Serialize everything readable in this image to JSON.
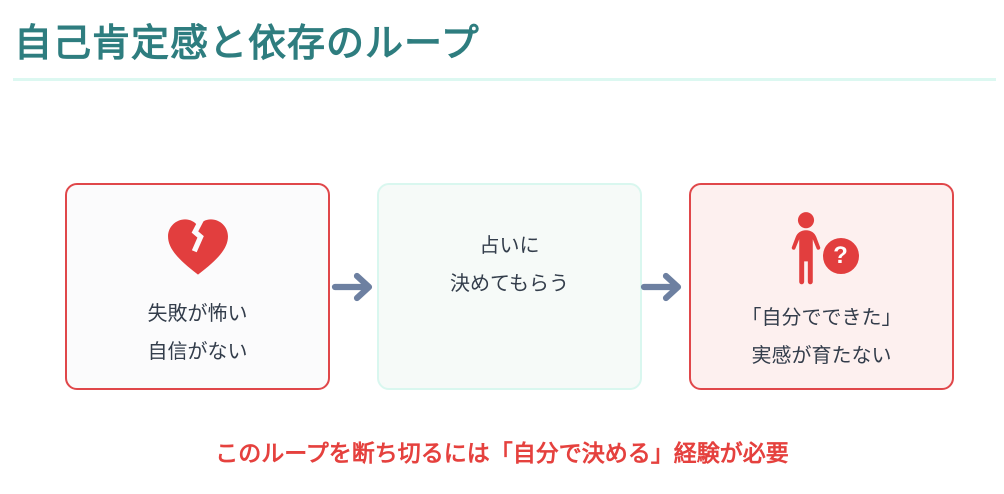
{
  "page": {
    "title": "自己肯定感と依存のループ"
  },
  "flow": {
    "boxes": [
      {
        "id": "fear",
        "icon": "broken-heart-icon",
        "lines": [
          "失敗が怖い",
          "自信がない"
        ]
      },
      {
        "id": "fortune-telling",
        "icon": "",
        "lines": [
          "占いに",
          "決めてもらう"
        ]
      },
      {
        "id": "no-self-efficacy",
        "icon": "person-question-icon",
        "lines": [
          "「自分でできた」",
          "実感が育たない"
        ]
      }
    ],
    "question_mark": "?"
  },
  "footer": {
    "message": "このループを断ち切るには「自分で決める」経験が必要"
  },
  "colors": {
    "title_teal": "#2e7d7f",
    "divider_mint": "#dcf8f1",
    "alert_red": "#e0474a",
    "icon_red": "#e23e3e",
    "box_text": "#333d4b",
    "arrow_slate": "#6d80a1",
    "pink_bg": "#fdf0ef",
    "mint_bg": "#f6faf8",
    "footer_red": "#e5413e"
  }
}
